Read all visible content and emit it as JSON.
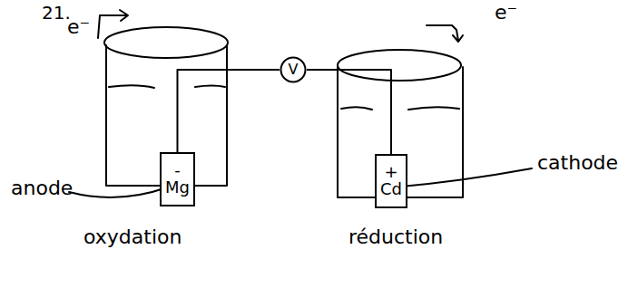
{
  "diagram": {
    "nodes": [
      {
        "text": [
          "-",
          "Mg"
        ]
      },
      {
        "text": [
          "V"
        ]
      },
      {
        "text": [
          "+",
          "Cd"
        ]
      }
    ],
    "edges": [
      {
        "from": 0,
        "to": 1,
        "arrow": "none"
      },
      {
        "from": 1,
        "to": 2,
        "arrow": "none"
      }
    ],
    "labels": [
      "21.",
      "e⁻",
      "e⁻",
      "anode",
      "oxydation",
      "réduction",
      "cathode"
    ]
  }
}
